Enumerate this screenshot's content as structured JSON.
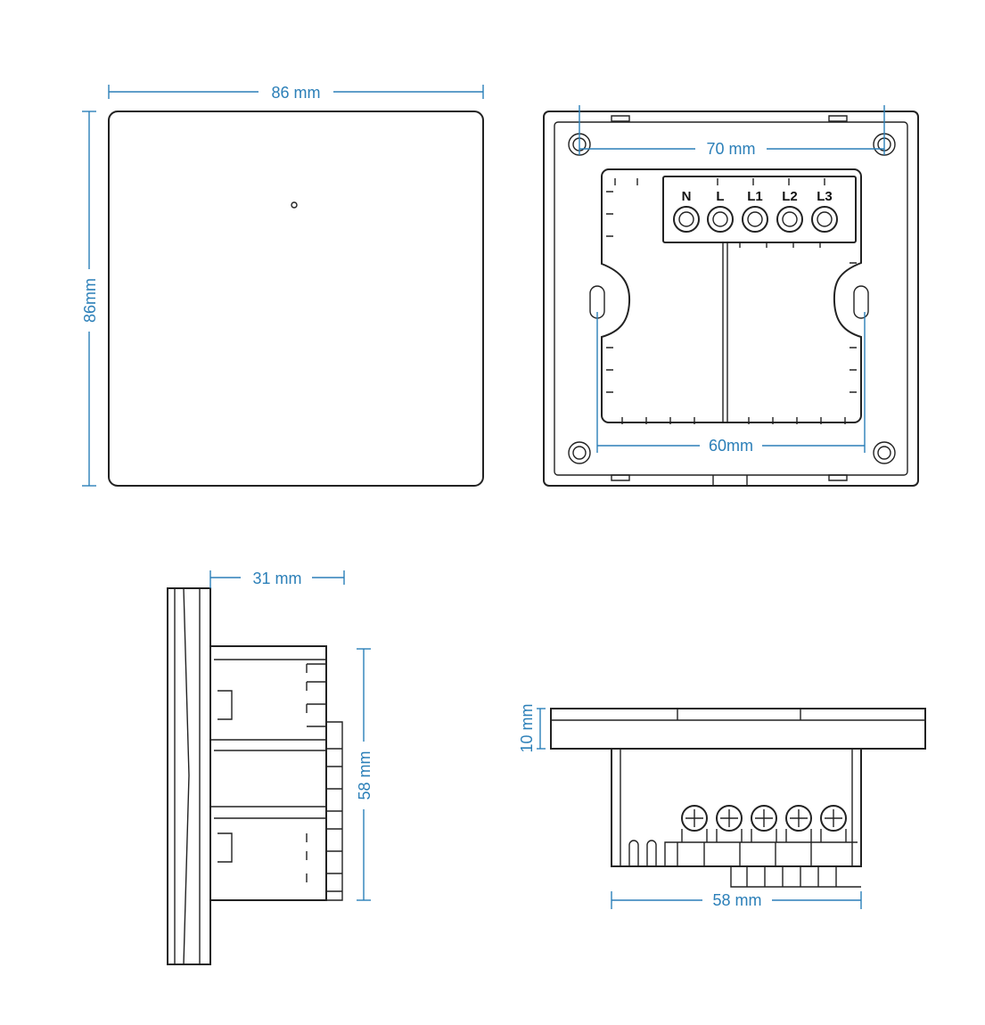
{
  "front_view": {
    "width_label": "86 mm",
    "height_label": "86mm"
  },
  "back_view": {
    "hole_spacing_label": "70 mm",
    "inner_width_label": "60mm",
    "terminals": [
      "N",
      "L",
      "L1",
      "L2",
      "L3"
    ]
  },
  "side_view": {
    "depth_label": "31 mm",
    "height_label": "58 mm"
  },
  "bottom_view": {
    "plate_thickness_label": "10 mm",
    "body_width_label": "58 mm"
  },
  "colors": {
    "dimension": "#2b7fb8",
    "outline": "#222222"
  }
}
